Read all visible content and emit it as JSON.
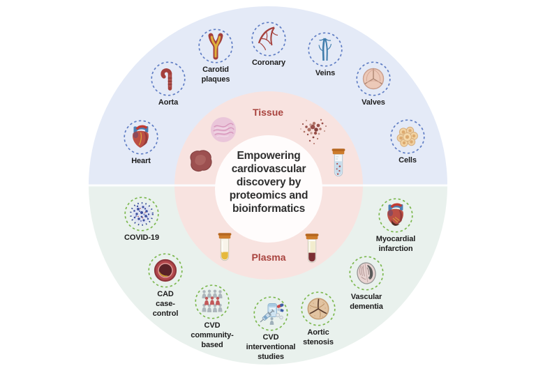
{
  "center": {
    "title": "Empowering\ncardiovascular\ndiscovery by\nproteomics and\nbioinformatics"
  },
  "inner_ring": {
    "top_label": "Tissue",
    "bottom_label": "Plasma",
    "label_color": "#a9443f",
    "ring_color": "#f8e3e0",
    "images": [
      "histology-slide",
      "tissue-sample",
      "tissue-fragments",
      "tissue-tube",
      "plasma-tube",
      "blood-tube"
    ]
  },
  "tissue_section": {
    "background": "#e4eaf7",
    "dash_color": "#5f7dc4",
    "items": [
      {
        "label": "Aorta",
        "icon": "aorta-icon"
      },
      {
        "label": "Carotid\nplaques",
        "icon": "carotid-plaques-icon"
      },
      {
        "label": "Coronary",
        "icon": "coronary-arteries-icon"
      },
      {
        "label": "Veins",
        "icon": "veins-icon"
      },
      {
        "label": "Valves",
        "icon": "heart-valve-icon"
      },
      {
        "label": "Cells",
        "icon": "cells-cluster-icon"
      },
      {
        "label": "Heart",
        "icon": "heart-icon"
      }
    ]
  },
  "plasma_section": {
    "background": "#e9f1ed",
    "dash_color": "#7cb84f",
    "items": [
      {
        "label": "COVID-19",
        "icon": "covid-virus-icon"
      },
      {
        "label": "CAD\ncase-\ncontrol",
        "icon": "artery-plaque-icon"
      },
      {
        "label": "CVD\ncommunity-\nbased",
        "icon": "people-group-icon"
      },
      {
        "label": "CVD\ninterventional\nstudies",
        "icon": "medication-iv-icon"
      },
      {
        "label": "Aortic\nstenosis",
        "icon": "aortic-valve-icon"
      },
      {
        "label": "Vascular\ndementia",
        "icon": "brain-icon"
      },
      {
        "label": "Myocardial\ninfarction",
        "icon": "infarcted-heart-icon"
      }
    ]
  }
}
